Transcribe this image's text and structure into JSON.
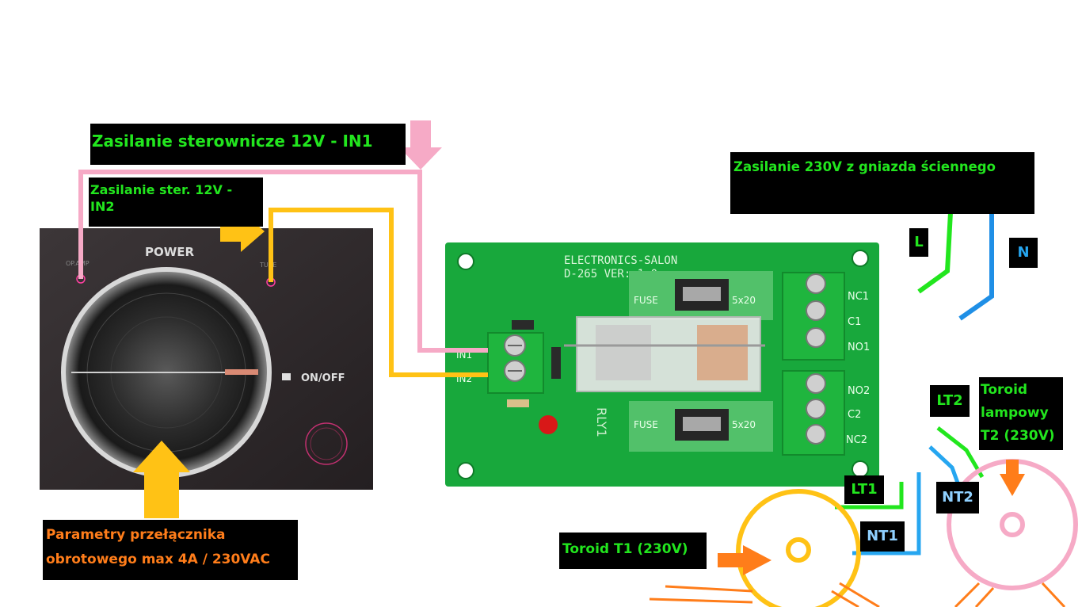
{
  "labels": {
    "in1_supply": "Zasilanie sterownicze 12V - IN1",
    "in2_supply_line1": "Zasilanie ster. 12V -",
    "in2_supply_line2": "IN2",
    "wall_supply": "Zasilanie 230V z gniazda ściennego",
    "l": "L",
    "n": "N",
    "lt2": "LT2",
    "toroid_t2_line1": "Toroid",
    "toroid_t2_line2": "lampowy",
    "toroid_t2_line3": "T2 (230V)",
    "nt2": "NT2",
    "lt1": "LT1",
    "nt1": "NT1",
    "toroid_t1": "Toroid T1  (230V)",
    "switch_params_line1": "Parametry przełącznika",
    "switch_params_line2": "obrotowego max 4A / 230VAC"
  },
  "panel": {
    "power": "POWER",
    "on_off": "ON/OFF",
    "left_jack": "OP.AMP",
    "right_jack": "TUBE"
  },
  "board": {
    "maker": "ELECTRONICS-SALON",
    "model": "D-265   VER: 1.0",
    "fuse": "FUSE",
    "fuse_size": "5x20",
    "relay": "RLY1",
    "in1": "IN1",
    "in2": "IN2",
    "nc1": "NC1",
    "c1": "C1",
    "no1": "NO1",
    "no2": "NO2",
    "c2": "C2",
    "nc2": "NC2"
  },
  "colors": {
    "pink_wire": "#f6aac6",
    "yellow_wire": "#ffc215",
    "green_wire": "#22e61e",
    "blue_wire": "#1f8fe6",
    "orange_arrow": "#ff7d1a",
    "board_green": "#18a83c"
  }
}
